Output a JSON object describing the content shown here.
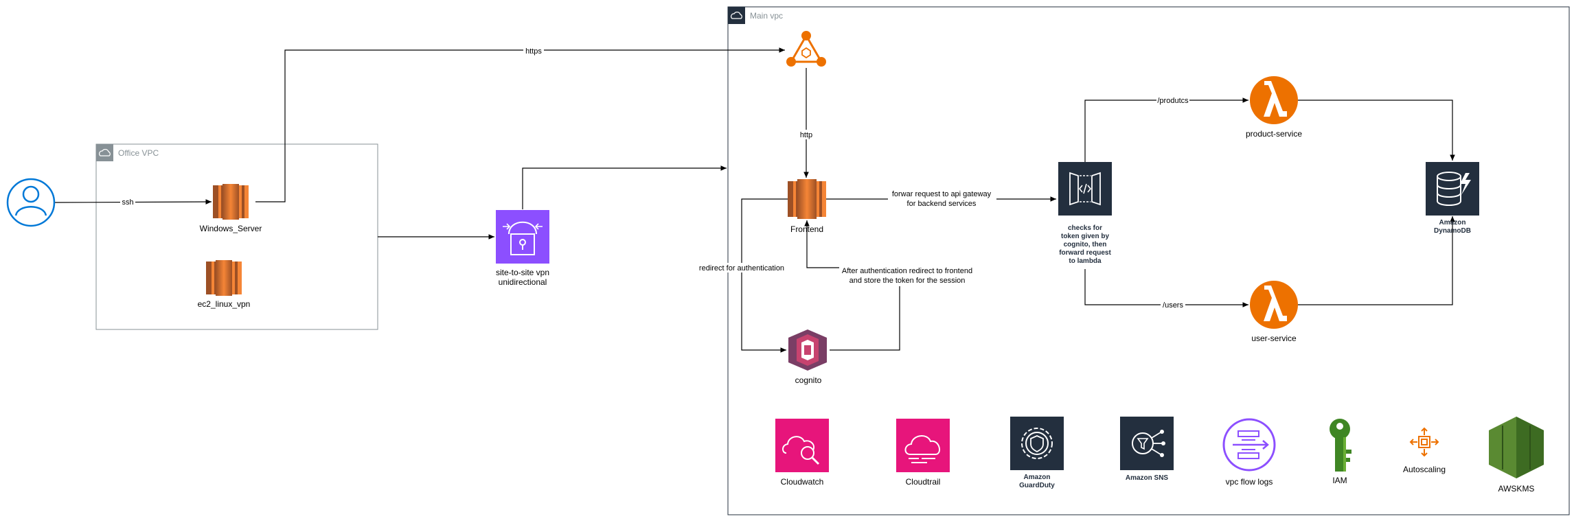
{
  "groups": {
    "office_vpc": "Office VPC",
    "main_vpc": "Main vpc"
  },
  "nodes": {
    "user": "",
    "windows_server": "Windows_Server",
    "ec2_linux_vpn": "ec2_linux_vpn",
    "vpn_line1": "site-to-site vpn",
    "vpn_line2": "unidirectional",
    "frontend": "Frontend",
    "cognito": "cognito",
    "apigw_line1": "checks for",
    "apigw_line2": "token given by",
    "apigw_line3": "cognito, then",
    "apigw_line4": "forward request",
    "apigw_line5": "to lambda",
    "product_service": "product-service",
    "user_service": "user-service",
    "dynamodb_line1": "Amazon",
    "dynamodb_line2": "DynamoDB",
    "cloudwatch": "Cloudwatch",
    "cloudtrail": "Cloudtrail",
    "guardduty_line1": "Amazon",
    "guardduty_line2": "GuardDuty",
    "sns": "Amazon SNS",
    "vpc_flow_logs": "vpc flow logs",
    "iam": "IAM",
    "autoscaling": "Autoscaling",
    "kms": "AWSKMS"
  },
  "edges": {
    "ssh": "ssh",
    "https": "https",
    "http": "http",
    "forward_line1": "forwar request to api gateway",
    "forward_line2": "for backend services",
    "redirect_auth": "redirect for authentication",
    "after_auth_line1": "After authentication redirect to frontend",
    "after_auth_line2": "and store the token for the session",
    "produtcs": "/produtcs",
    "users": "/users"
  },
  "colors": {
    "ec2_orange": "#ED7100",
    "lambda_orange": "#ED7100",
    "vpn_purple": "#8C4FFF",
    "cognito_pink": "#C7436F",
    "monitoring_pink": "#E7157B",
    "aws_dark": "#232F3E",
    "user_blue": "#0078D7",
    "iam_green": "#3F8624",
    "kms_green": "#5A8A32"
  },
  "icons": {
    "user": "user-icon",
    "ec2": "ec2-instance-icon",
    "vpn": "site-to-site-vpn-icon",
    "endpoint": "api-endpoint-icon",
    "cognito": "cognito-icon",
    "apigw": "api-gateway-icon",
    "lambda": "lambda-icon",
    "dynamodb": "dynamodb-icon",
    "cloudwatch": "cloudwatch-icon",
    "cloudtrail": "cloudtrail-icon",
    "guardduty": "guardduty-icon",
    "sns": "sns-icon",
    "flow_logs": "vpc-flow-logs-icon",
    "iam": "iam-key-icon",
    "autoscaling": "autoscaling-icon",
    "kms": "kms-icon"
  }
}
